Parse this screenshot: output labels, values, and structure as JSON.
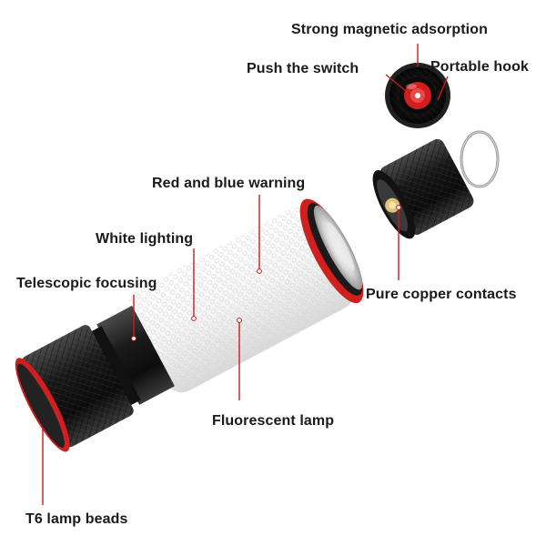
{
  "labels": {
    "strong_magnetic": "Strong magnetic adsorption",
    "push_switch": "Push the switch",
    "portable_hook": "Portable hook",
    "red_blue_warning": "Red and blue warning",
    "white_lighting": "White lighting",
    "telescopic_focusing": "Telescopic focusing",
    "pure_copper": "Pure copper contacts",
    "fluorescent_lamp": "Fluorescent lamp",
    "t6_lamp_beads": "T6 lamp beads"
  },
  "colors": {
    "body_black": "#1c1c1c",
    "accent_red": "#d11f1f",
    "diffuser_white": "#f3f3f3",
    "leader_red": "#c81d1d",
    "text": "#1a1a1a"
  }
}
